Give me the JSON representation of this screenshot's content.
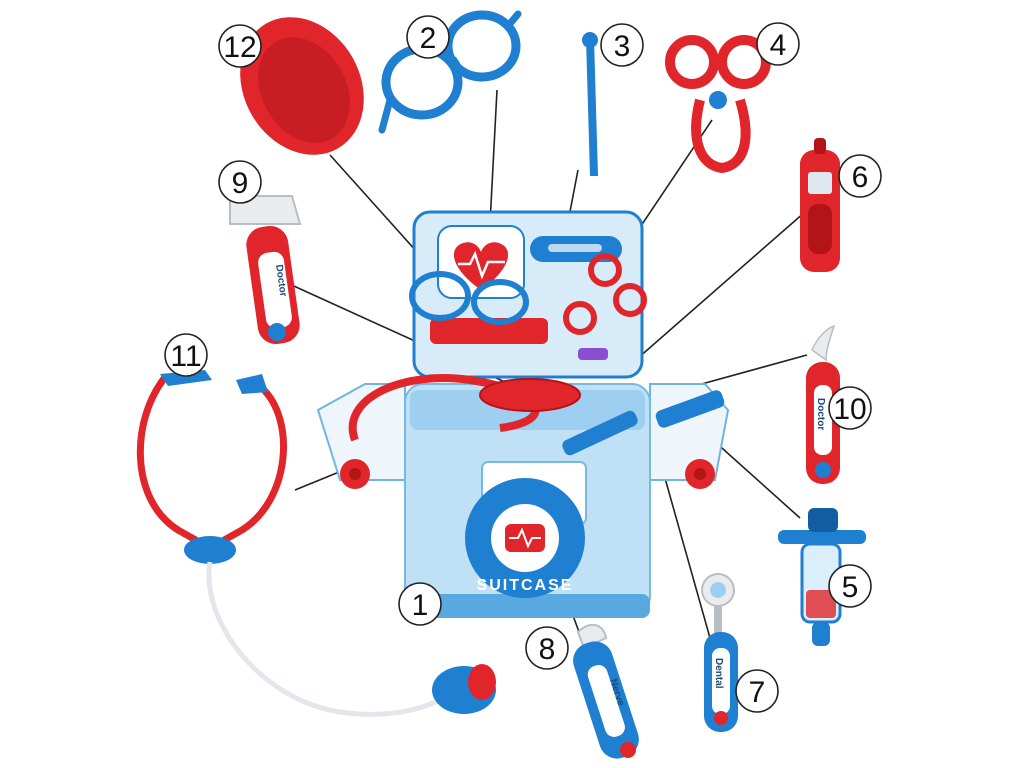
{
  "callouts": [
    {
      "number": "1"
    },
    {
      "number": "2"
    },
    {
      "number": "3"
    },
    {
      "number": "4"
    },
    {
      "number": "5"
    },
    {
      "number": "6"
    },
    {
      "number": "7"
    },
    {
      "number": "8"
    },
    {
      "number": "9"
    },
    {
      "number": "10"
    },
    {
      "number": "11"
    },
    {
      "number": "12"
    }
  ],
  "case_badge": {
    "text": "SUITCASE"
  },
  "tool_labels": {
    "doctor": "Doctor",
    "dental": "Dental",
    "nerve": "Nerve"
  },
  "colors": {
    "blue": "#1f7fd0",
    "dark_blue": "#135da3",
    "light_blue": "#bfe0f5",
    "red": "#e0262b",
    "white": "#f4f7fa"
  }
}
